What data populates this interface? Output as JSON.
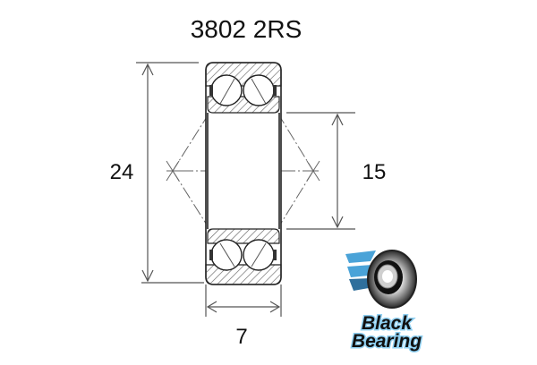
{
  "title": "3802 2RS",
  "dimensions": {
    "outer_diameter": "24",
    "inner_diameter": "15",
    "width": "7"
  },
  "logo": {
    "line1": "Black",
    "line2": "Bearing",
    "accent_color": "#4aa3d8",
    "text_color": "#111111"
  },
  "colors": {
    "line": "#555555",
    "hatch": "#666666",
    "text": "#111111"
  }
}
